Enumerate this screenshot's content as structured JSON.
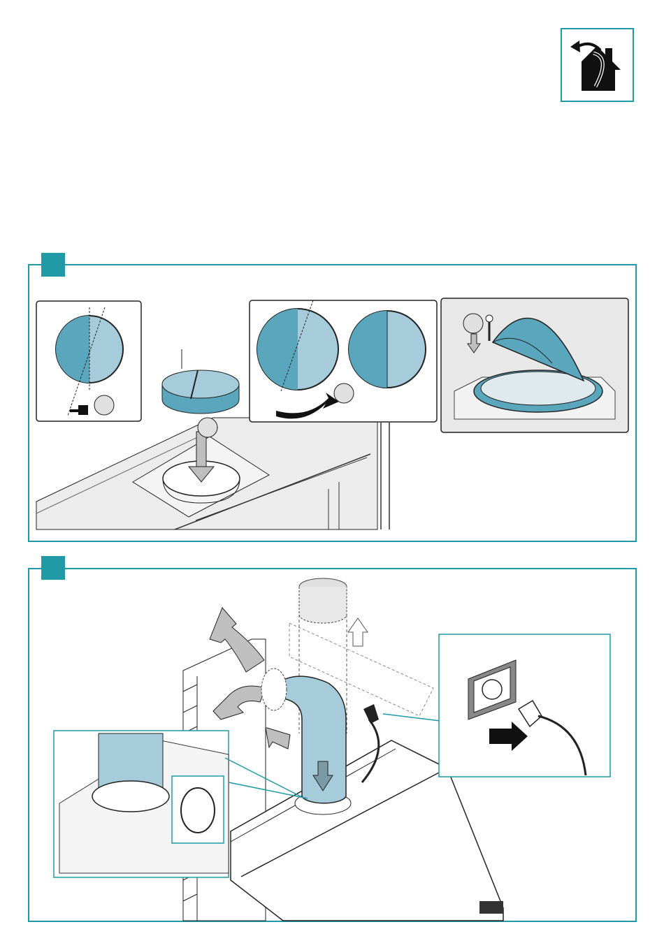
{
  "colors": {
    "accent": "#1f9aa6",
    "part_dark": "#5aa7bd",
    "part_light": "#a6cbdb",
    "line": "#1a1a1a",
    "shade": "#e6e6e6",
    "arrow_grey": "#bfbfbf"
  },
  "header": {
    "icon": "ducted-exhaust-house-icon"
  },
  "steps": [
    {
      "icon": "step-badge",
      "callouts": 3
    },
    {
      "icon": "step-badge",
      "callouts": 2
    }
  ]
}
